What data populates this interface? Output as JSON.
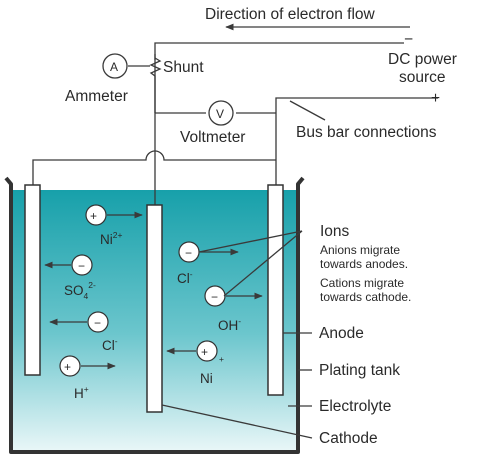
{
  "title_arrow": {
    "text": "Direction of electron flow"
  },
  "power": {
    "minus": "−",
    "line1": "DC power",
    "line2": "source",
    "plus": "+"
  },
  "meters": {
    "ammeter_symbol": "A",
    "ammeter_label": "Ammeter",
    "shunt_label": "Shunt",
    "voltmeter_symbol": "V",
    "voltmeter_label": "Voltmeter",
    "busbar_label": "Bus bar connections"
  },
  "ions": {
    "ni2": {
      "sign": "+",
      "base": "Ni",
      "sup": "2+"
    },
    "so4": {
      "sign": "−",
      "base": "SO",
      "sub": "4",
      "sup": "2-"
    },
    "cl_left": {
      "sign": "−",
      "base": "Cl",
      "sup": "-"
    },
    "h": {
      "sign": "+",
      "base": "H",
      "sup": "+"
    },
    "cl_mid": {
      "sign": "−",
      "base": "Cl",
      "sup": "-"
    },
    "oh": {
      "sign": "−",
      "base": "OH",
      "sup": "-"
    },
    "ni_right": {
      "sign": "+",
      "base": "Ni",
      "sup": "+"
    }
  },
  "callouts": {
    "ions_title": "Ions",
    "ions_line1": "Anions migrate",
    "ions_line2": "towards anodes.",
    "ions_line3": "Cations migrate",
    "ions_line4": "towards cathode.",
    "anode": "Anode",
    "plating_tank": "Plating tank",
    "electrolyte": "Electrolyte",
    "cathode": "Cathode"
  },
  "colors": {
    "electrolyte_top": "#1aa3ad",
    "electrolyte_bottom": "#e6f6f8",
    "electrode_fill": "#ffffff",
    "wire": "#3a3a3a",
    "text": "#2a2a2a"
  }
}
